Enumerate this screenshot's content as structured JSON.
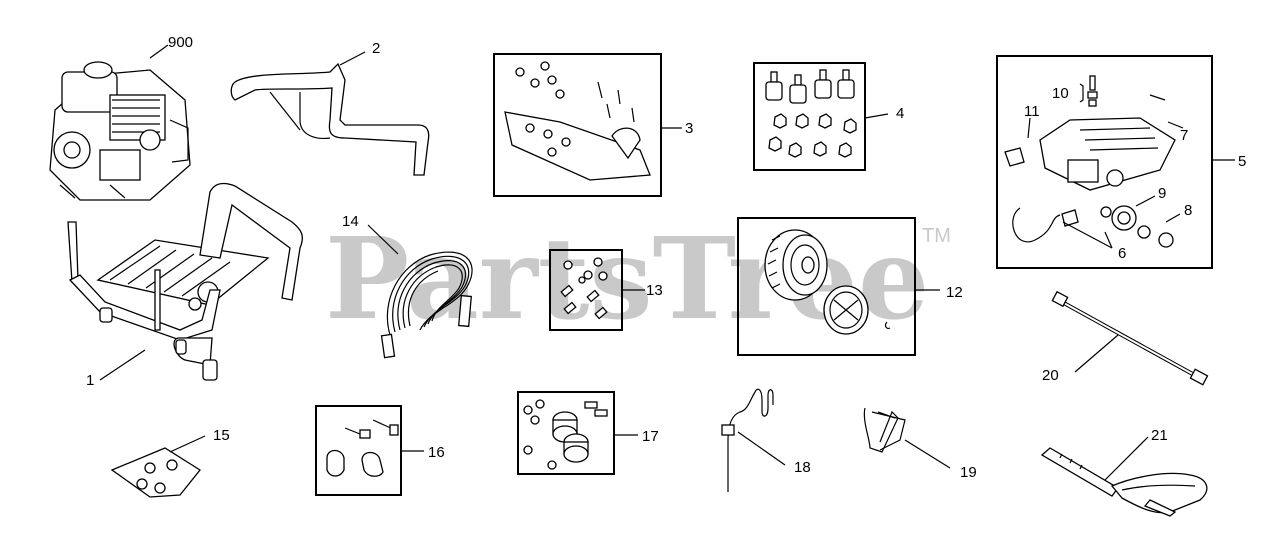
{
  "watermark": {
    "text": "PartsTree",
    "trademark": "TM",
    "color": "#c9c9c9"
  },
  "callouts": {
    "engine": "900",
    "handle": "2",
    "bracket_kit": "3",
    "hardware_kit": "4",
    "pump": "5",
    "pump_inlet": "6",
    "pump_plug": "7",
    "pump_cap": "8",
    "pump_coupler": "9",
    "pump_fitting": "10",
    "pump_nipple": "11",
    "wheel_kit": "12",
    "bolt_kit": "13",
    "hose": "14",
    "handle_clip": "15",
    "bolt_set": "16",
    "axle_kit": "17",
    "choke_rod": "18",
    "holder": "19",
    "lance": "20",
    "gun": "21",
    "frame": "1"
  }
}
